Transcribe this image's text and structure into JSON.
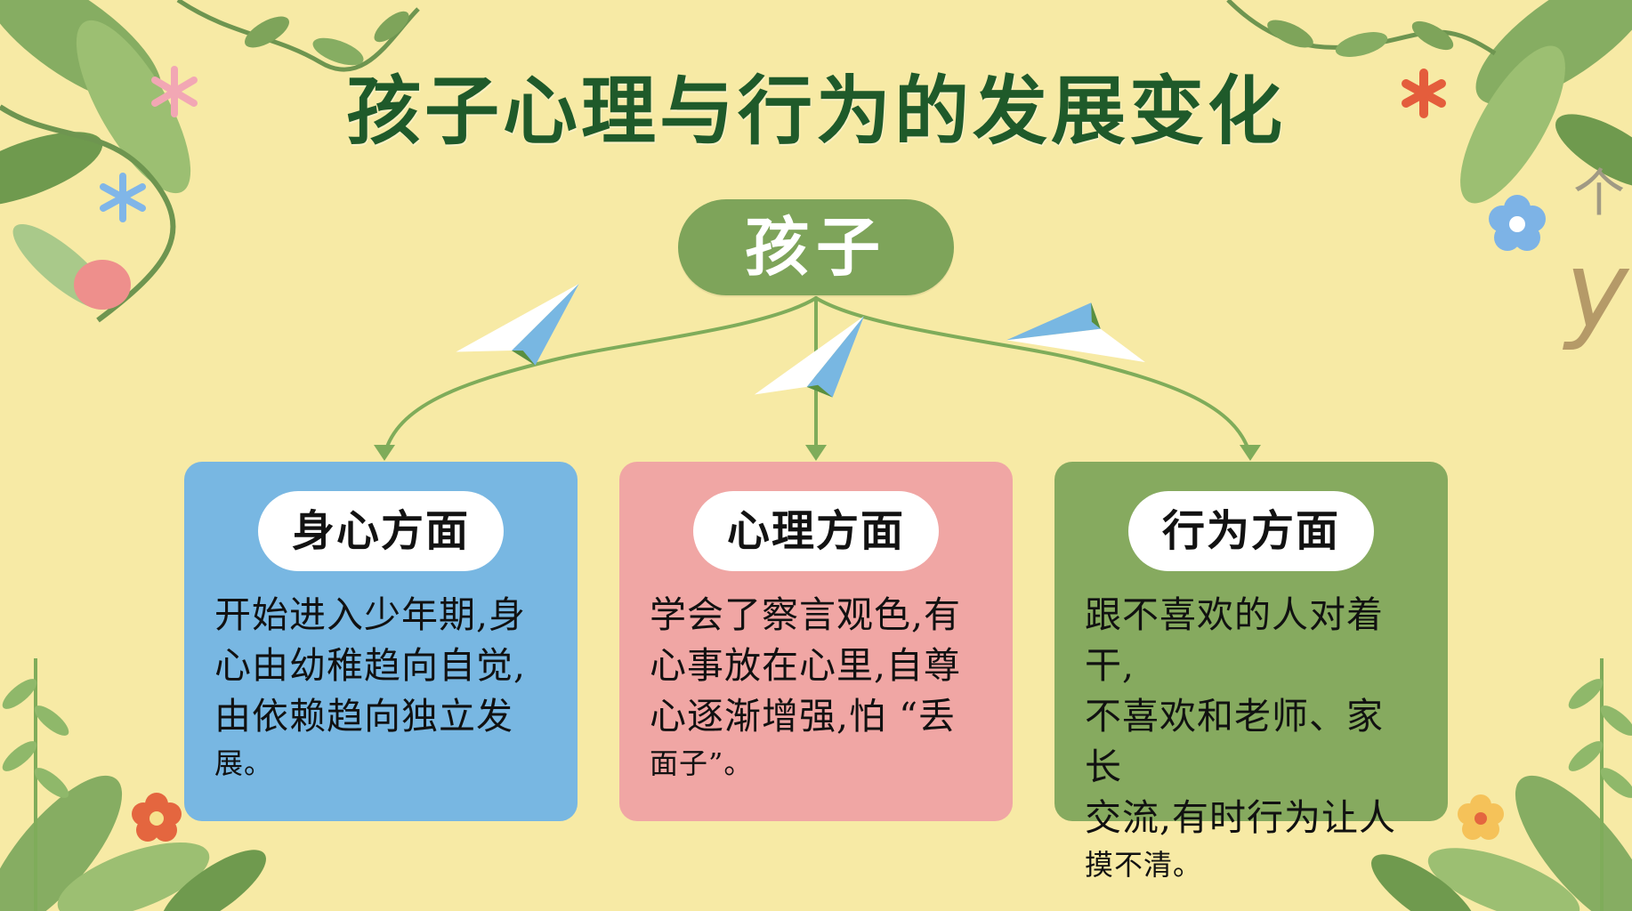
{
  "title": "孩子心理与行为的发展变化",
  "root": "孩子",
  "branches": [
    {
      "heading": "身心方面",
      "lines": [
        "开始进入少年期,身",
        "心由幼稚趋向自觉,",
        "由依赖趋向独立发"
      ],
      "last": "展。"
    },
    {
      "heading": "心理方面",
      "lines": [
        "学会了察言观色,有",
        "心事放在心里,自尊",
        "心逐渐增强,怕 “丢"
      ],
      "last": "面子”。"
    },
    {
      "heading": "行为方面",
      "lines": [
        "跟不喜欢的人对着干,",
        "不喜欢和老师、家长",
        "交流,有时行为让人"
      ],
      "last": "摸不清。"
    }
  ],
  "corner_text": {
    "glyph": "个",
    "letter": "y"
  },
  "colors": {
    "background": "#f7eaa5",
    "title": "#1f5a2a",
    "root_node": "#7ea45a",
    "card_blue": "#78b7e2",
    "card_pink": "#f0a6a4",
    "card_green": "#86aa5f",
    "connector": "#7fac5a"
  },
  "icons": [
    "paper-plane-icon",
    "leaf-icon",
    "flower-icon",
    "asterisk-icon"
  ]
}
